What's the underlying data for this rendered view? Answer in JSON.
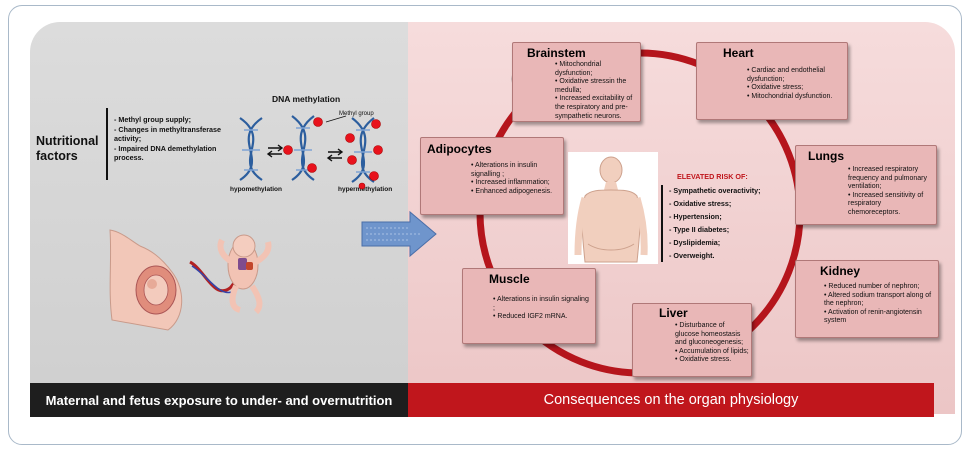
{
  "left": {
    "nutritional_factors": "Nutritional factors",
    "factor_items": [
      "Methyl group supply;",
      "Changes in methyltransferase activity;",
      "Impaired DNA demethylation process."
    ],
    "dna_methylation": "DNA methylation",
    "methyl_group": "Methyl group",
    "hypomethylation": "hypomethylation",
    "hypermethylation": "hypermethylation",
    "bottom_label": "Maternal and fetus exposure to under- and overnutrition"
  },
  "right": {
    "bottom_label": "Consequences on the organ physiology",
    "elevated_risk": "ELEVATED RISK OF:",
    "risks": [
      "Sympathetic overactivity;",
      "Oxidative stress;",
      "Hypertension;",
      "Type II diabetes;",
      "Dyslipidemia;",
      "Overweight."
    ],
    "organs": {
      "brainstem": {
        "title": "Brainstem",
        "items": [
          "Mitochondrial dysfunction;",
          "Oxidative stressin the medulla;",
          "Increased excitability of the respiratory and pre-sympathetic neurons."
        ]
      },
      "heart": {
        "title": "Heart",
        "items": [
          "Cardiac and endothelial dysfunction;",
          "Oxidative stress;",
          "Mitochondrial dysfunction."
        ]
      },
      "adipocytes": {
        "title": "Adipocytes",
        "items": [
          "Alterations in insulin signalling ;",
          "Increased inflammation;",
          "Enhanced adipogenesis."
        ]
      },
      "lungs": {
        "title": "Lungs",
        "items": [
          "Increased respiratory frequency and pulmonary ventilation;",
          "Increased sensitivity of respiratory chemoreceptors."
        ]
      },
      "muscle": {
        "title": "Muscle",
        "items": [
          "Alterations in insulin signaling ;",
          "Reduced IGF2 mRNA."
        ]
      },
      "kidney": {
        "title": "Kidney",
        "items": [
          "Reduced number of nephron;",
          "Altered sodium transport along of the nephron;",
          "Activation of renin-angiotensin system"
        ]
      },
      "liver": {
        "title": "Liver",
        "items": [
          "Disturbance of glucose homeostasis and gluconeogenesis;",
          "Accumulation of lipids;",
          "Oxidative stress."
        ]
      }
    }
  },
  "colors": {
    "ring": "#b5151c",
    "box": "#e9b7b7",
    "methyl": "#e8121c",
    "dna": "#2c5e9e",
    "arrow": "#6f95cc"
  }
}
